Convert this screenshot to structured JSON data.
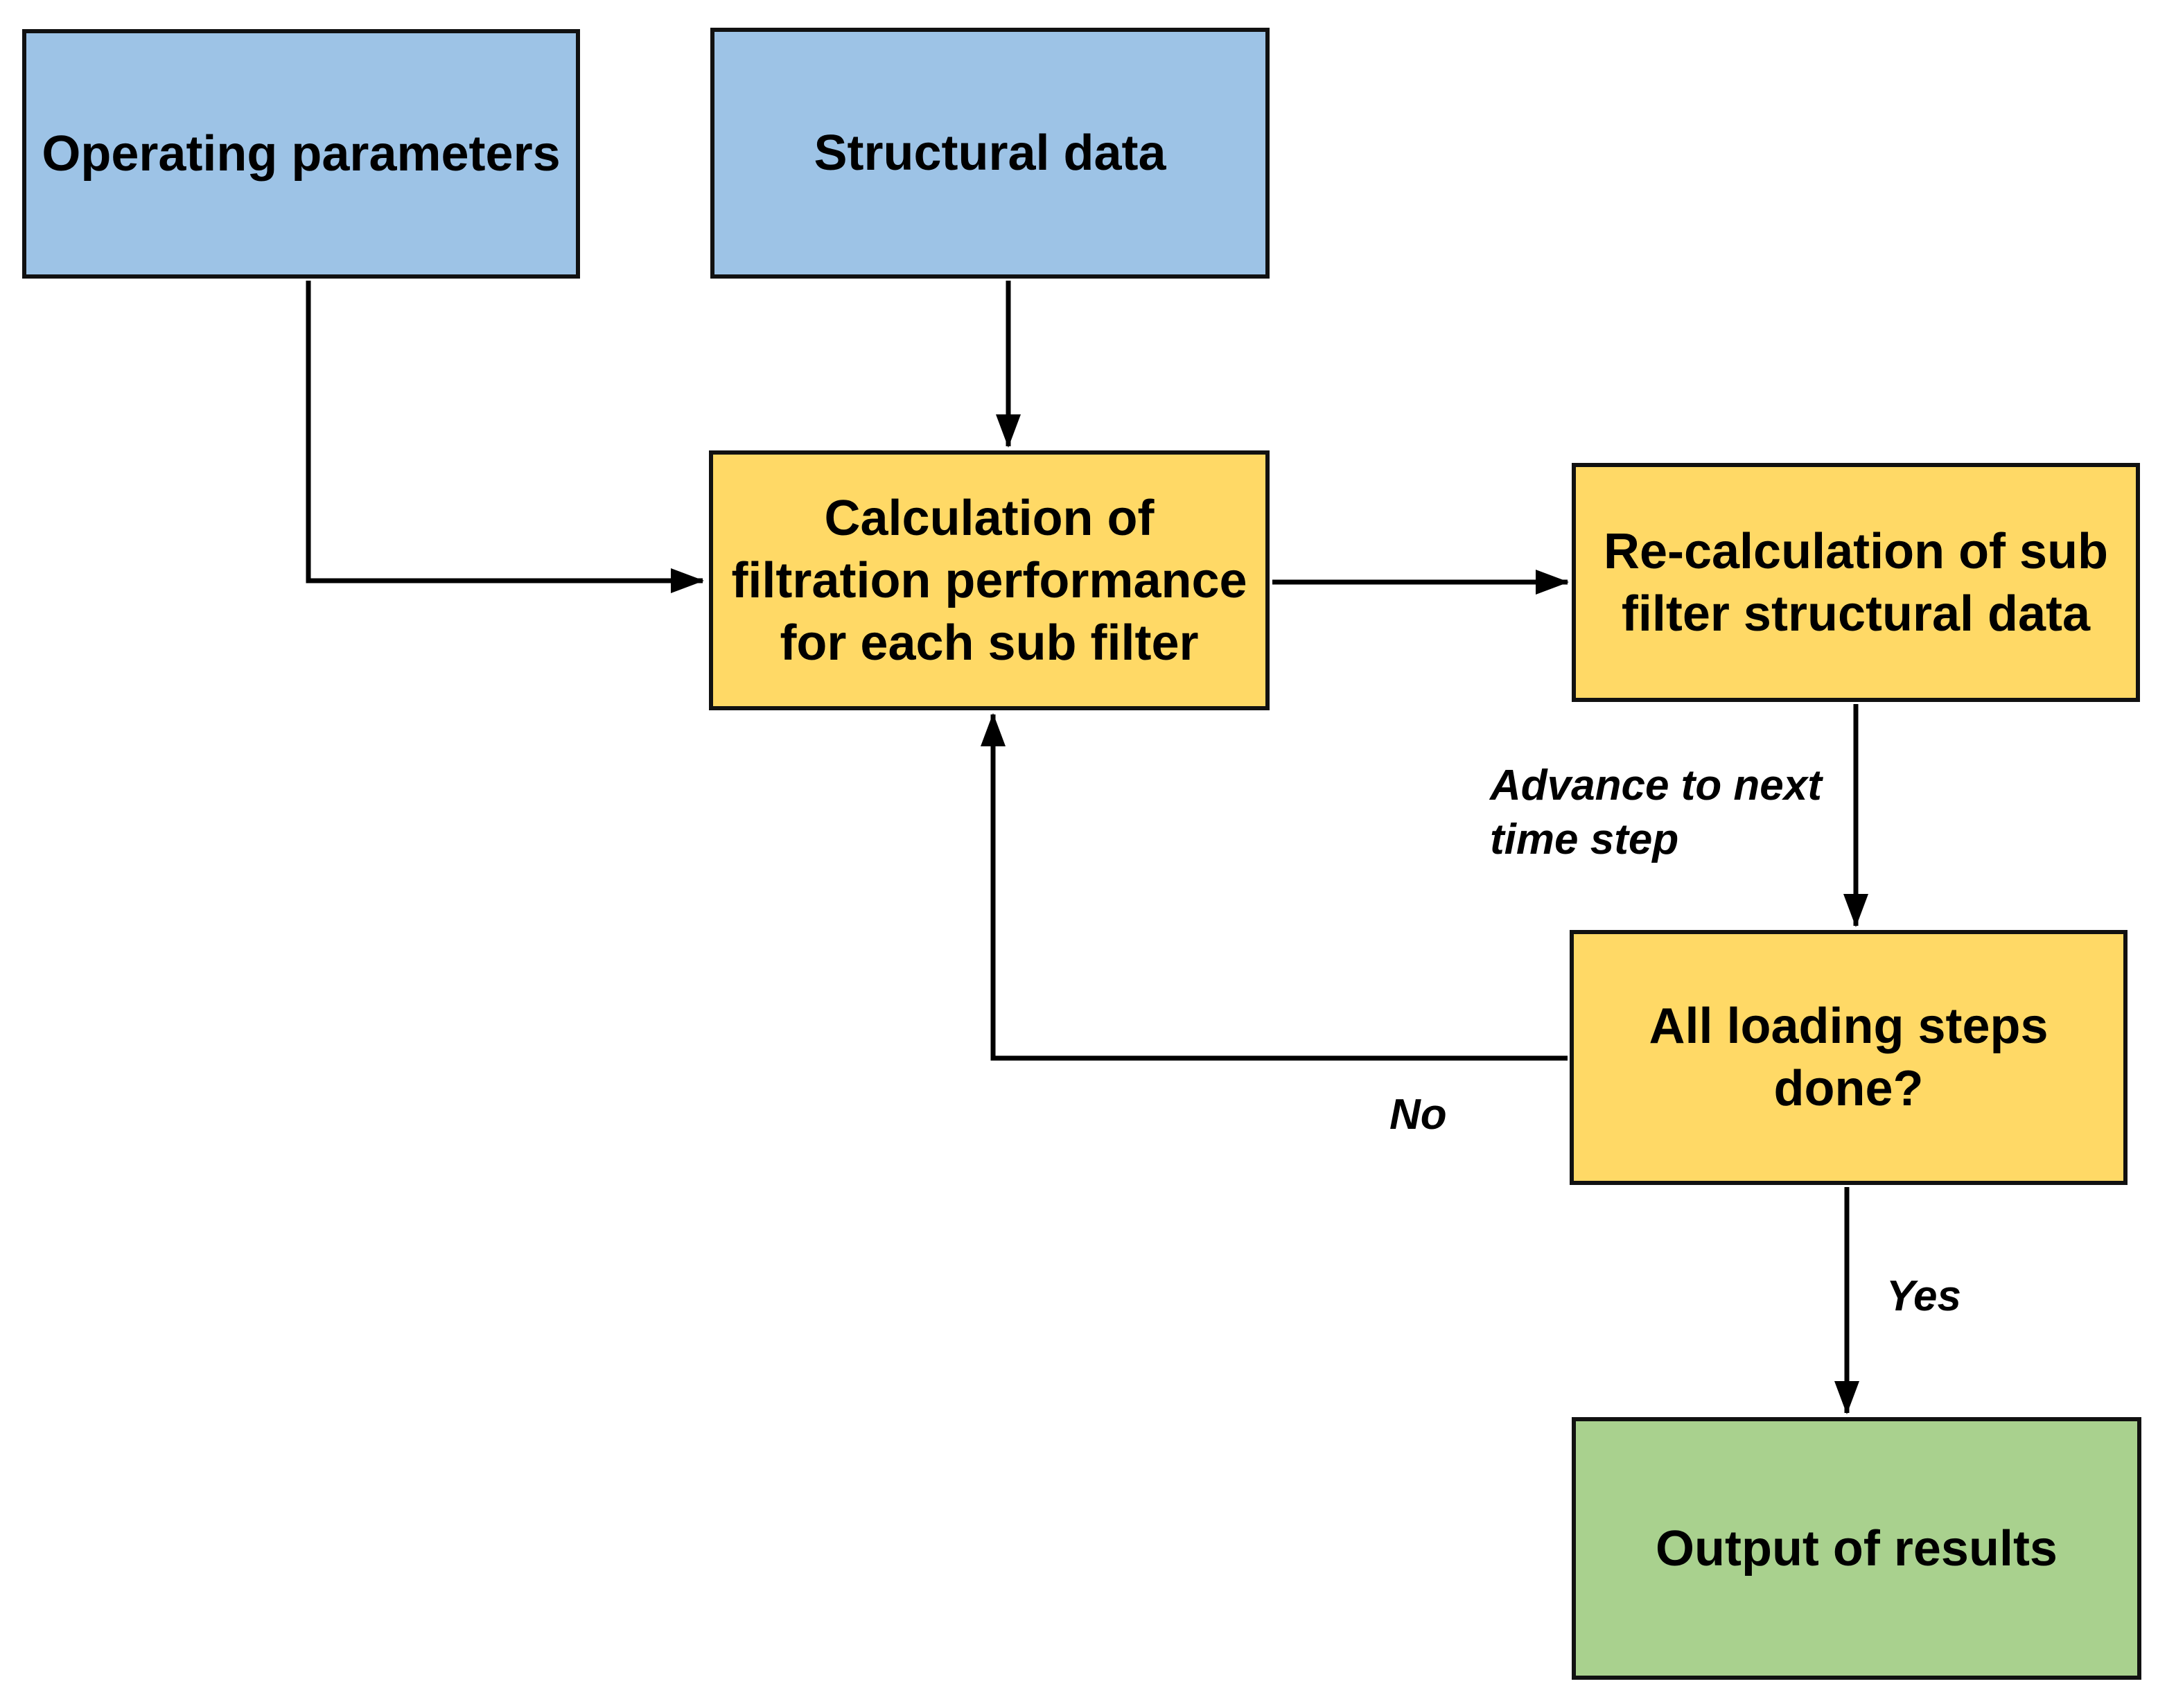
{
  "diagram": {
    "nodes": {
      "operating": {
        "label": "Operating parameters",
        "fill": "#9dc3e6"
      },
      "structural": {
        "label": "Structural data",
        "fill": "#9dc3e6"
      },
      "calculation": {
        "label": "Calculation of\nfiltration performance\nfor each sub filter",
        "fill": "#ffd966"
      },
      "recalculation": {
        "label": "Re-calculation of sub\nfilter structural data",
        "fill": "#ffd966"
      },
      "loading_check": {
        "label": "All loading steps\ndone?",
        "fill": "#ffd966"
      },
      "output": {
        "label": "Output of results",
        "fill": "#a9d18e"
      }
    },
    "edge_labels": {
      "advance": "Advance to next\ntime step",
      "no": "No",
      "yes": "Yes"
    },
    "colors": {
      "input_box": "#9dc3e6",
      "process_box": "#ffd966",
      "output_box": "#a9d18e",
      "line": "#000000",
      "text": "#000000",
      "background": "#ffffff"
    }
  }
}
